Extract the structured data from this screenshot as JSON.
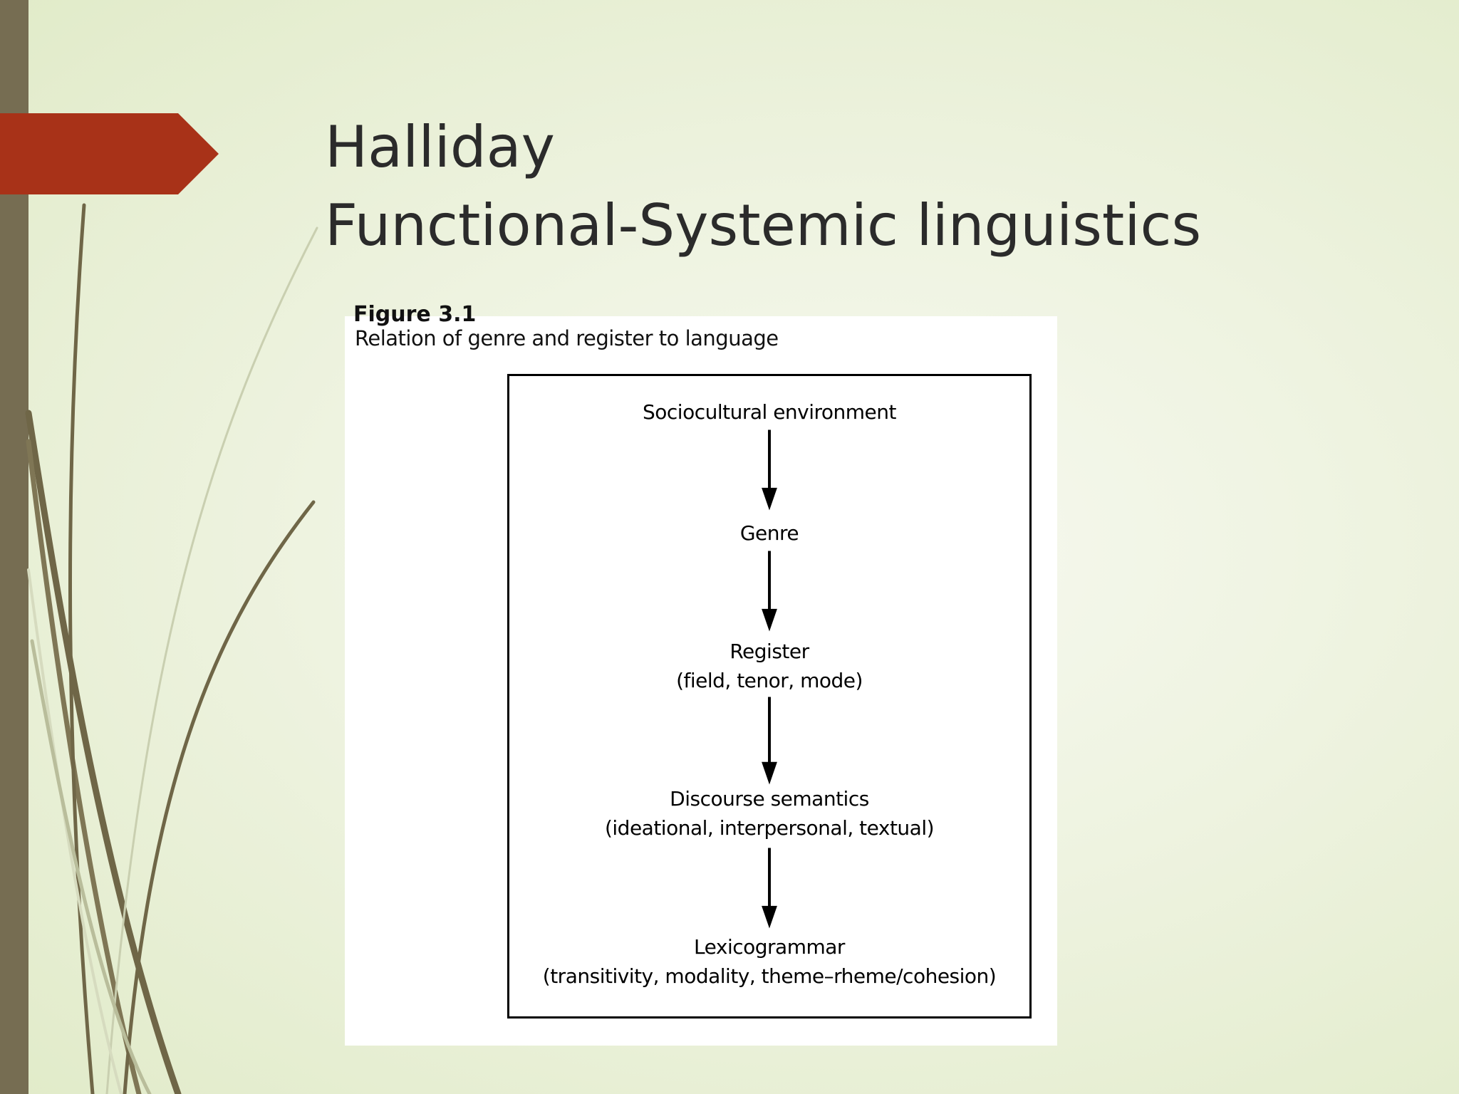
{
  "slide": {
    "title_line1": "Halliday",
    "title_line2": "Functional-Systemic linguistics"
  },
  "colors": {
    "background": "#e8efd6",
    "left_bar": "#766d52",
    "title_tab": "#a83218",
    "grass": "#6f6647"
  },
  "figure": {
    "cut_label": "Figure 3.1",
    "caption": "Relation of genre and register to language",
    "nodes": [
      {
        "name": "Sociocultural environment",
        "detail": ""
      },
      {
        "name": "Genre",
        "detail": ""
      },
      {
        "name": "Register",
        "detail": "(field, tenor, mode)"
      },
      {
        "name": "Discourse semantics",
        "detail": "(ideational, interpersonal, textual)"
      },
      {
        "name": "Lexicogrammar",
        "detail": "(transitivity, modality, theme–rheme/cohesion)"
      }
    ]
  }
}
